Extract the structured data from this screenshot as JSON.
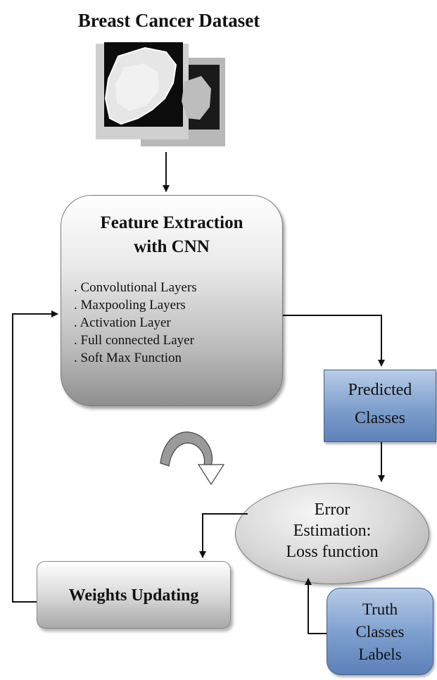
{
  "title": "Breast Cancer Dataset",
  "cnn": {
    "title_line1": "Feature Extraction",
    "title_line2": "with CNN",
    "layers": [
      ". Convolutional Layers",
      ". Maxpooling Layers",
      ". Activation Layer",
      ". Full  connected Layer",
      ". Soft Max Function"
    ]
  },
  "predicted": {
    "line1": "Predicted",
    "line2": "Classes"
  },
  "error": {
    "line1": "Error",
    "line2": "Estimation:",
    "line3": "Loss function"
  },
  "weights": {
    "label": "Weights Updating"
  },
  "truth": {
    "line1": "Truth",
    "line2": "Classes",
    "line3": "Labels"
  },
  "colors": {
    "blue_box": "#7d9ecd",
    "gray_box": "#c8c8c8"
  }
}
